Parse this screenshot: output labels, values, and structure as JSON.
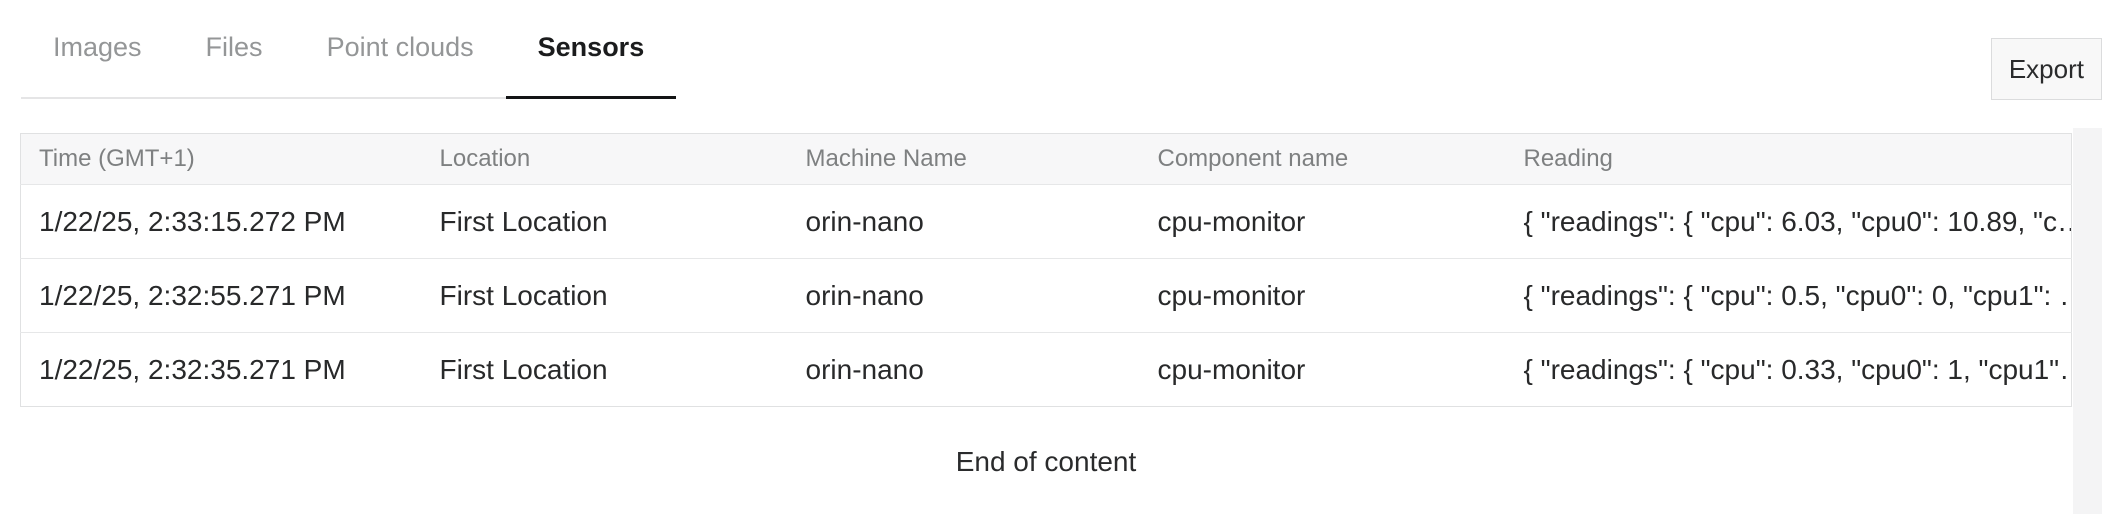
{
  "tabs": [
    {
      "label": "Images",
      "active": false
    },
    {
      "label": "Files",
      "active": false
    },
    {
      "label": "Point clouds",
      "active": false
    },
    {
      "label": "Sensors",
      "active": true
    }
  ],
  "toolbar": {
    "export_label": "Export"
  },
  "table": {
    "columns": [
      "Time (GMT+1)",
      "Location",
      "Machine Name",
      "Component name",
      "Reading"
    ],
    "rows": [
      {
        "time": "1/22/25, 2:33:15.272 PM",
        "location": "First Location",
        "machine": "orin-nano",
        "component": "cpu-monitor",
        "reading": "{ \"readings\": { \"cpu\": 6.03, \"cpu0\": 10.89, \"c…"
      },
      {
        "time": "1/22/25, 2:32:55.271 PM",
        "location": "First Location",
        "machine": "orin-nano",
        "component": "cpu-monitor",
        "reading": "{ \"readings\": { \"cpu\": 0.5, \"cpu0\": 0, \"cpu1\": …"
      },
      {
        "time": "1/22/25, 2:32:35.271 PM",
        "location": "First Location",
        "machine": "orin-nano",
        "component": "cpu-monitor",
        "reading": "{ \"readings\": { \"cpu\": 0.33, \"cpu0\": 1, \"cpu1\"…"
      }
    ]
  },
  "footer": {
    "end_message": "End of content"
  },
  "colors": {
    "active_tab": "#131415",
    "inactive_tab_text": "#949697",
    "inactive_tab_underline": "#e5e5e6",
    "header_bg": "#f7f7f8",
    "header_text": "#7e8081",
    "border": "#e0e1e2",
    "body_text": "#28292a",
    "button_bg": "#f8f8f8",
    "scroll_gutter": "#f4f4f5"
  }
}
